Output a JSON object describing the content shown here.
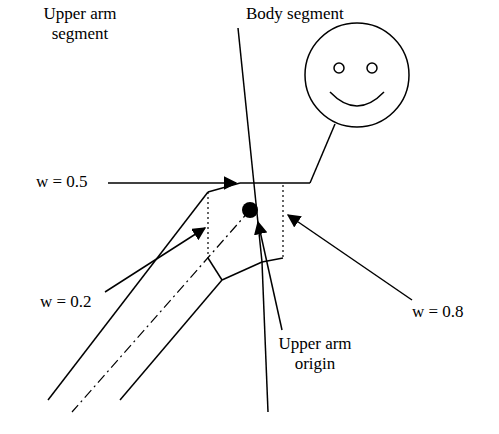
{
  "diagram": {
    "labels": [
      "Upper arm segment",
      "Body segment",
      "w = 0.5",
      "w = 0.2",
      "w = 0.8",
      "Upper arm origin"
    ]
  }
}
